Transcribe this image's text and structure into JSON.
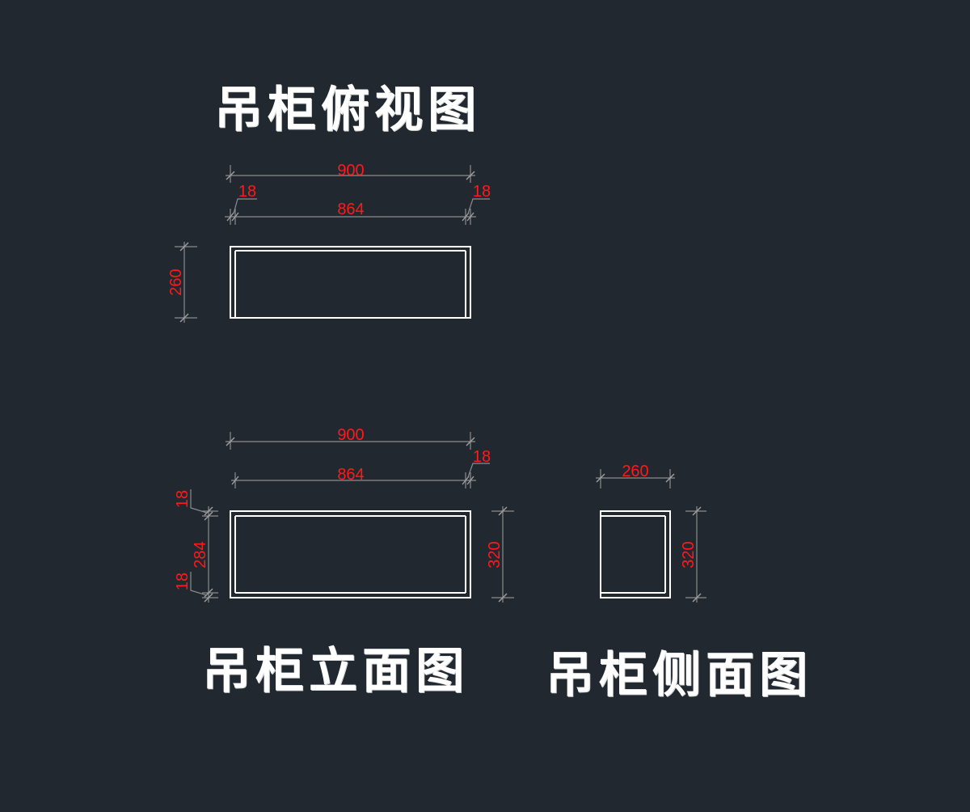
{
  "titles": {
    "top_view": "吊柜俯视图",
    "front_view": "吊柜立面图",
    "side_view": "吊柜侧面图"
  },
  "dimensions": {
    "top_overall_width": "900",
    "top_inner_width": "864",
    "top_left_panel": "18",
    "top_right_panel": "18",
    "top_depth": "260",
    "front_overall_width": "900",
    "front_inner_width": "864",
    "front_right_panel": "18",
    "front_top_panel": "18",
    "front_inner_height": "284",
    "front_bottom_panel": "18",
    "front_overall_height": "320",
    "side_depth": "260",
    "side_height": "320"
  },
  "colors": {
    "background": "#212830",
    "object_lines": "#ffffff",
    "dimension_lines": "#8c8c8c",
    "dimension_text": "#ff1a1a"
  }
}
